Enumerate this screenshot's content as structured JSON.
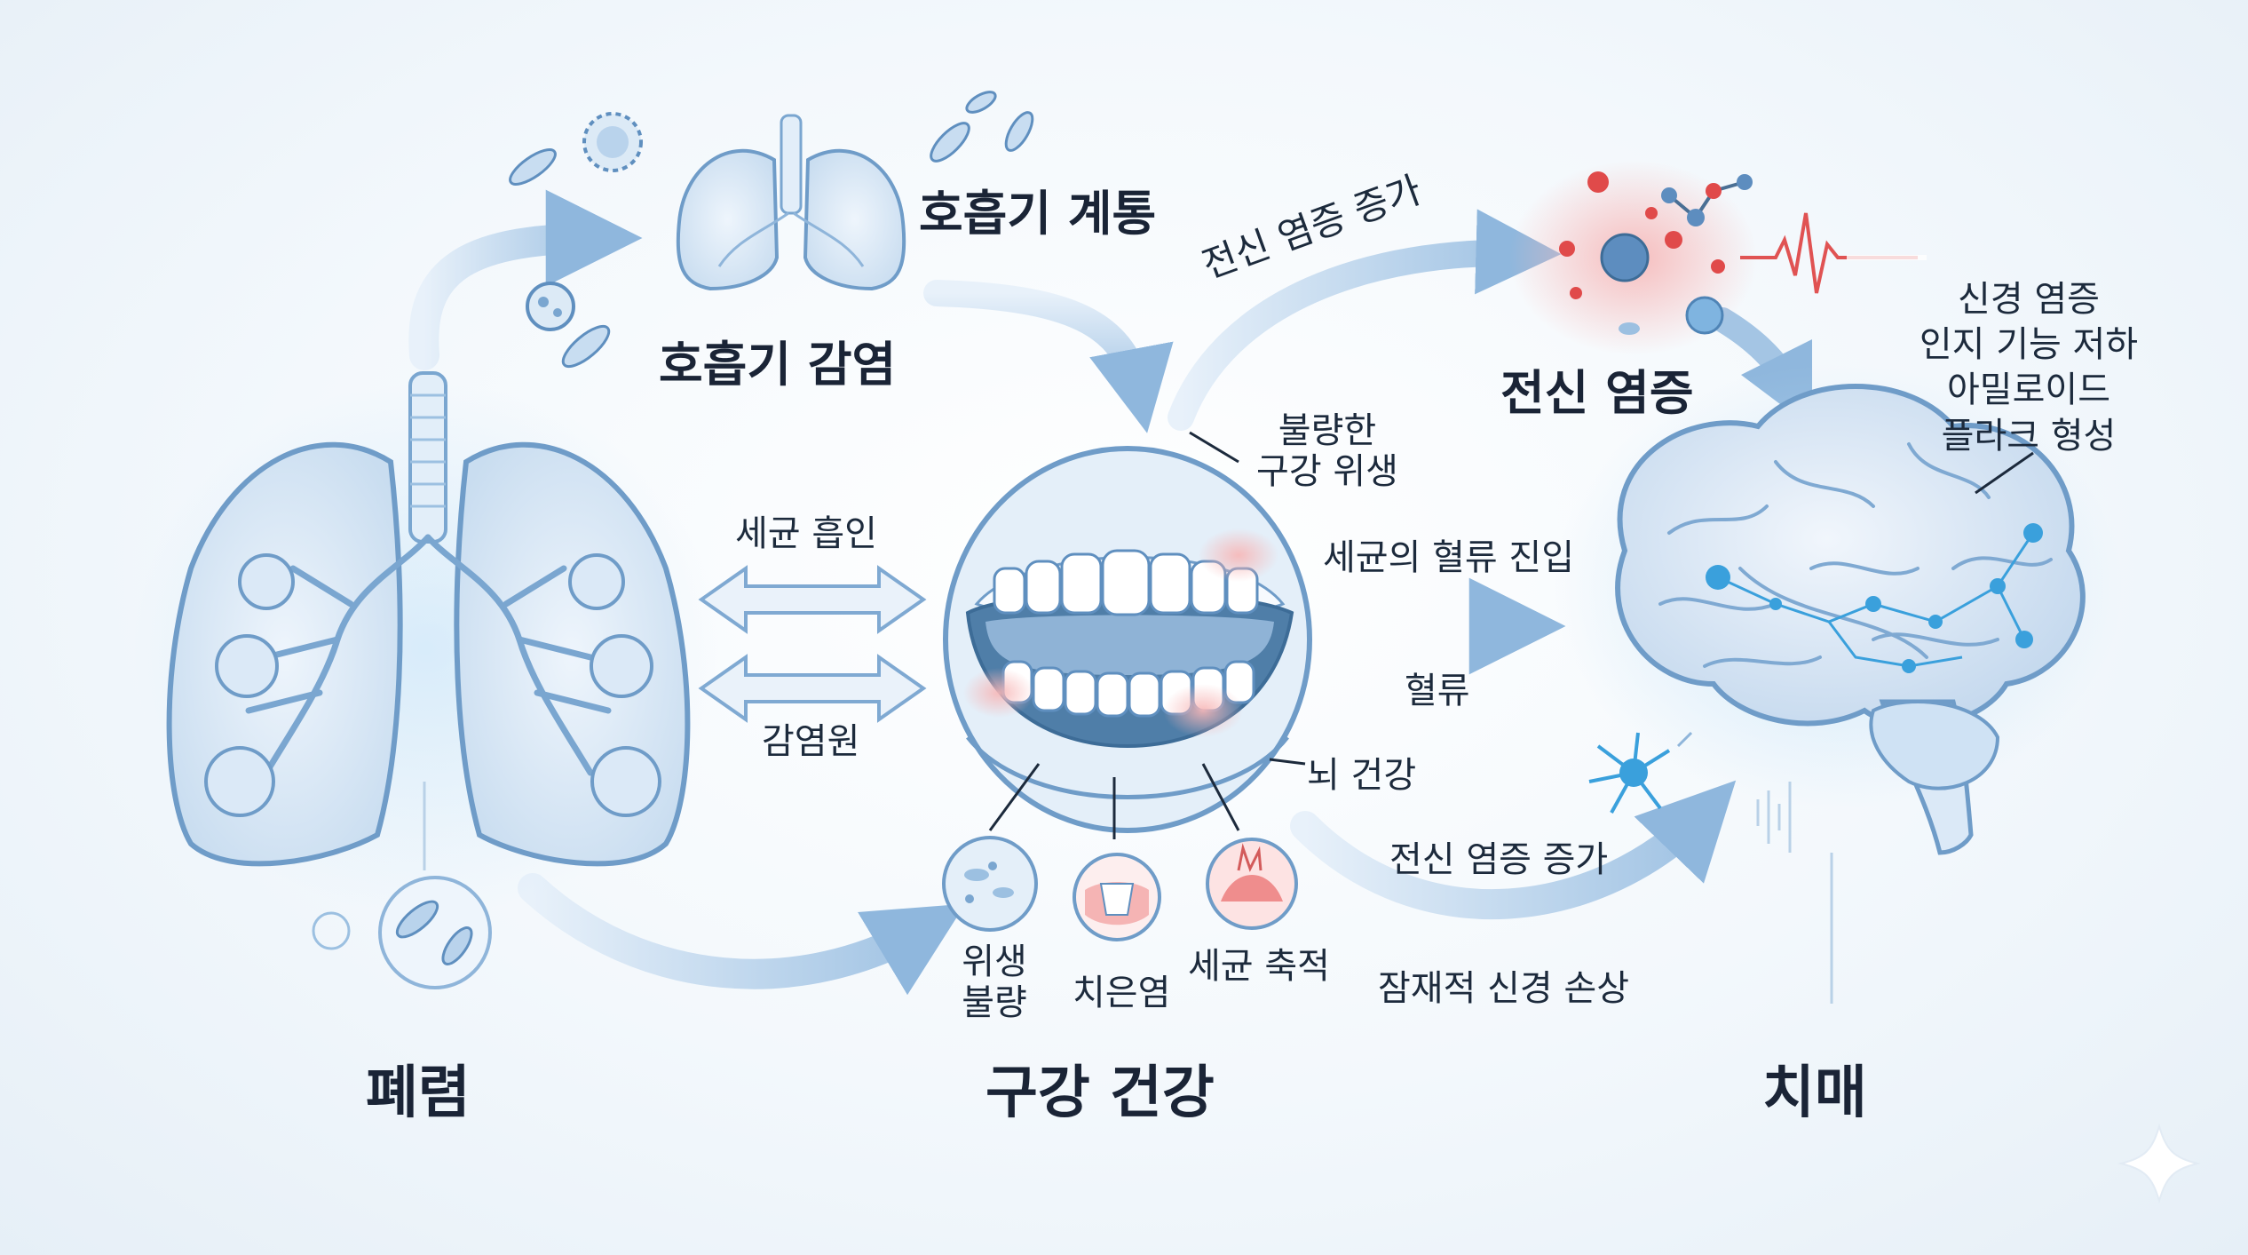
{
  "sections": {
    "lungs": "폐렴",
    "oral": "구강 건강",
    "dementia": "치매"
  },
  "labels": {
    "respiratory_infection": "호흡기 감염",
    "respiratory_system": "호흡기 계통",
    "systemic_inflammation": "전신 염증",
    "systemic_inflammation_increase_top": "전신 염증 증가",
    "systemic_inflammation_increase_bottom": "전신 염증 증가",
    "poor_oral_hygiene_line1": "불량한",
    "poor_oral_hygiene_line2": "구강 위생",
    "bacteria_aspiration": "세균 흡인",
    "pathogen": "감염원",
    "bacteria_bloodstream_entry": "세균의 혈류 진입",
    "bloodstream": "혈류",
    "brain_health": "뇌 건강",
    "potential_nerve_damage": "잠재적 신경 손상",
    "neuro_inflammation": "신경 염증",
    "cognitive_decline": "인지 기능 저하",
    "amyloid_line1": "아밀로이드",
    "amyloid_line2": "플라크 형성",
    "poor_hygiene_line1": "위생",
    "poor_hygiene_line2": "불량",
    "gingivitis": "치은염",
    "bacteria_accumulation": "세균 축적"
  },
  "colors": {
    "outline": "#6f9cc8",
    "fill": "#dceaf6",
    "arrow": "#a8c8e6",
    "inflamed": "#f2a3a3",
    "neuron": "#3aa0dc"
  },
  "icons": [
    "lungs-icon",
    "mouth-icon",
    "brain-icon",
    "bacteria-icon",
    "virus-icon",
    "neuron-icon",
    "ekg-icon",
    "sparkle-icon"
  ]
}
